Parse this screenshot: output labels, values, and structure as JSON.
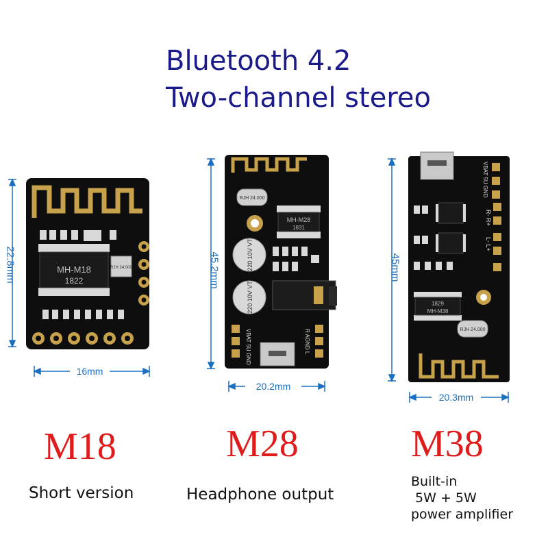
{
  "header": {
    "line1": "Bluetooth 4.2",
    "line2": "Two-channel stereo"
  },
  "colors": {
    "title": "#1a1a8c",
    "dimension": "#1b6fc0",
    "model": "#e01b1b",
    "pcb": "#0e0e0e",
    "gold": "#c8a24a"
  },
  "modules": [
    {
      "model": "M18",
      "width": "16mm",
      "height": "22.8mm",
      "chip_label": "MH-M18",
      "chip_code": "1822",
      "crystal_label": "RJH 24.000",
      "caption": [
        "Short version"
      ]
    },
    {
      "model": "M28",
      "width": "20.2mm",
      "height": "45.2mm",
      "chip_label": "MH-M28",
      "chip_code": "1831",
      "crystal_label": "RJH 24.000",
      "cap_label": "220 10V VT",
      "pin_left": "VBAT 5U GND",
      "pin_right": "R AGND L",
      "caption": [
        "Headphone output"
      ]
    },
    {
      "model": "M38",
      "width": "20.3mm",
      "height": "45mm",
      "chip_label": "MH-M38",
      "chip_code": "1829",
      "crystal_label": "RJH 24.000",
      "pin_top": "VBAT 5U GND",
      "pin_r": "R- R+",
      "pin_l": "L- L+",
      "caption": [
        "Built-in",
        " 5W + 5W",
        "power amplifier"
      ]
    }
  ]
}
